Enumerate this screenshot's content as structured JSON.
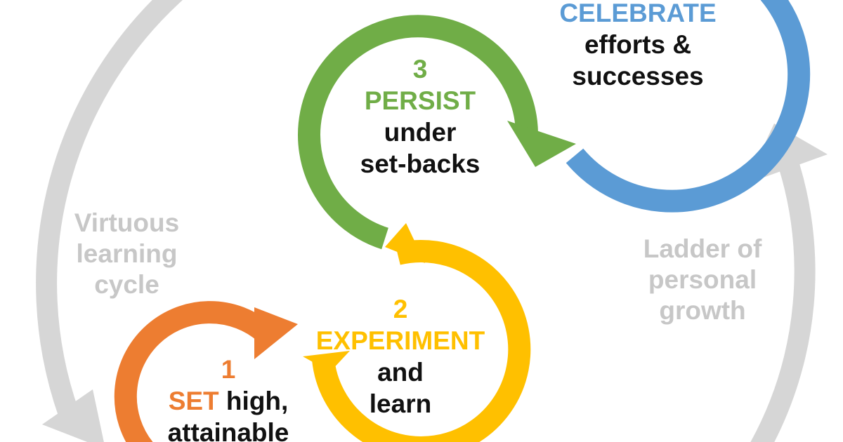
{
  "colors": {
    "gray": "#d6d6d6",
    "gray_text": "#c7c7c7",
    "orange": "#ed7d31",
    "yellow": "#ffc000",
    "green": "#70ad47",
    "blue": "#5b9bd5",
    "text": "#111111"
  },
  "cycle_label": [
    "Virtuous",
    "learning",
    "cycle"
  ],
  "ladder_label": [
    "Ladder of",
    "personal",
    "growth"
  ],
  "steps": {
    "set": {
      "number": "1",
      "keyword": "SET",
      "rest_first": " high,",
      "rest": [
        "attainable"
      ]
    },
    "experiment": {
      "number": "2",
      "keyword": "EXPERIMENT",
      "rest": [
        "and",
        "learn"
      ]
    },
    "persist": {
      "number": "3",
      "keyword": "PERSIST",
      "rest": [
        "under",
        "set-backs"
      ]
    },
    "celebrate": {
      "keyword": "CELEBRATE",
      "rest": [
        "efforts &",
        "successes"
      ]
    }
  }
}
